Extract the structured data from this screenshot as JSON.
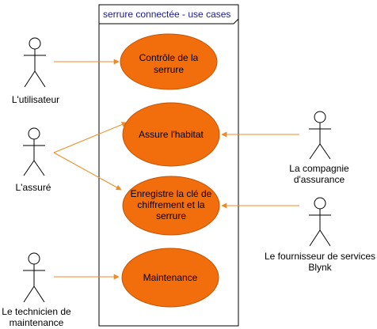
{
  "system_title": "serrure connectée - use cases",
  "actors": {
    "utilisateur": "L'utilisateur",
    "assure": "L'assuré",
    "technicien": [
      "Le technicien de",
      "maintenance"
    ],
    "assurance": [
      "La compagnie",
      "d'assurance"
    ],
    "fournisseur": [
      "Le fournisseur de services",
      "Blynk"
    ]
  },
  "use_cases": {
    "controle": [
      "Contrôle de la",
      "serrure"
    ],
    "habitat": [
      "Assure l'habitat"
    ],
    "cle": [
      "Enregistre la clé de",
      "chiffrement et la",
      "serrure"
    ],
    "maintenance": [
      "Maintenance"
    ]
  },
  "colors": {
    "use_case_fill": "#f26d0c",
    "association_line": "#f08a24",
    "system_title": "#1a1a8c"
  }
}
